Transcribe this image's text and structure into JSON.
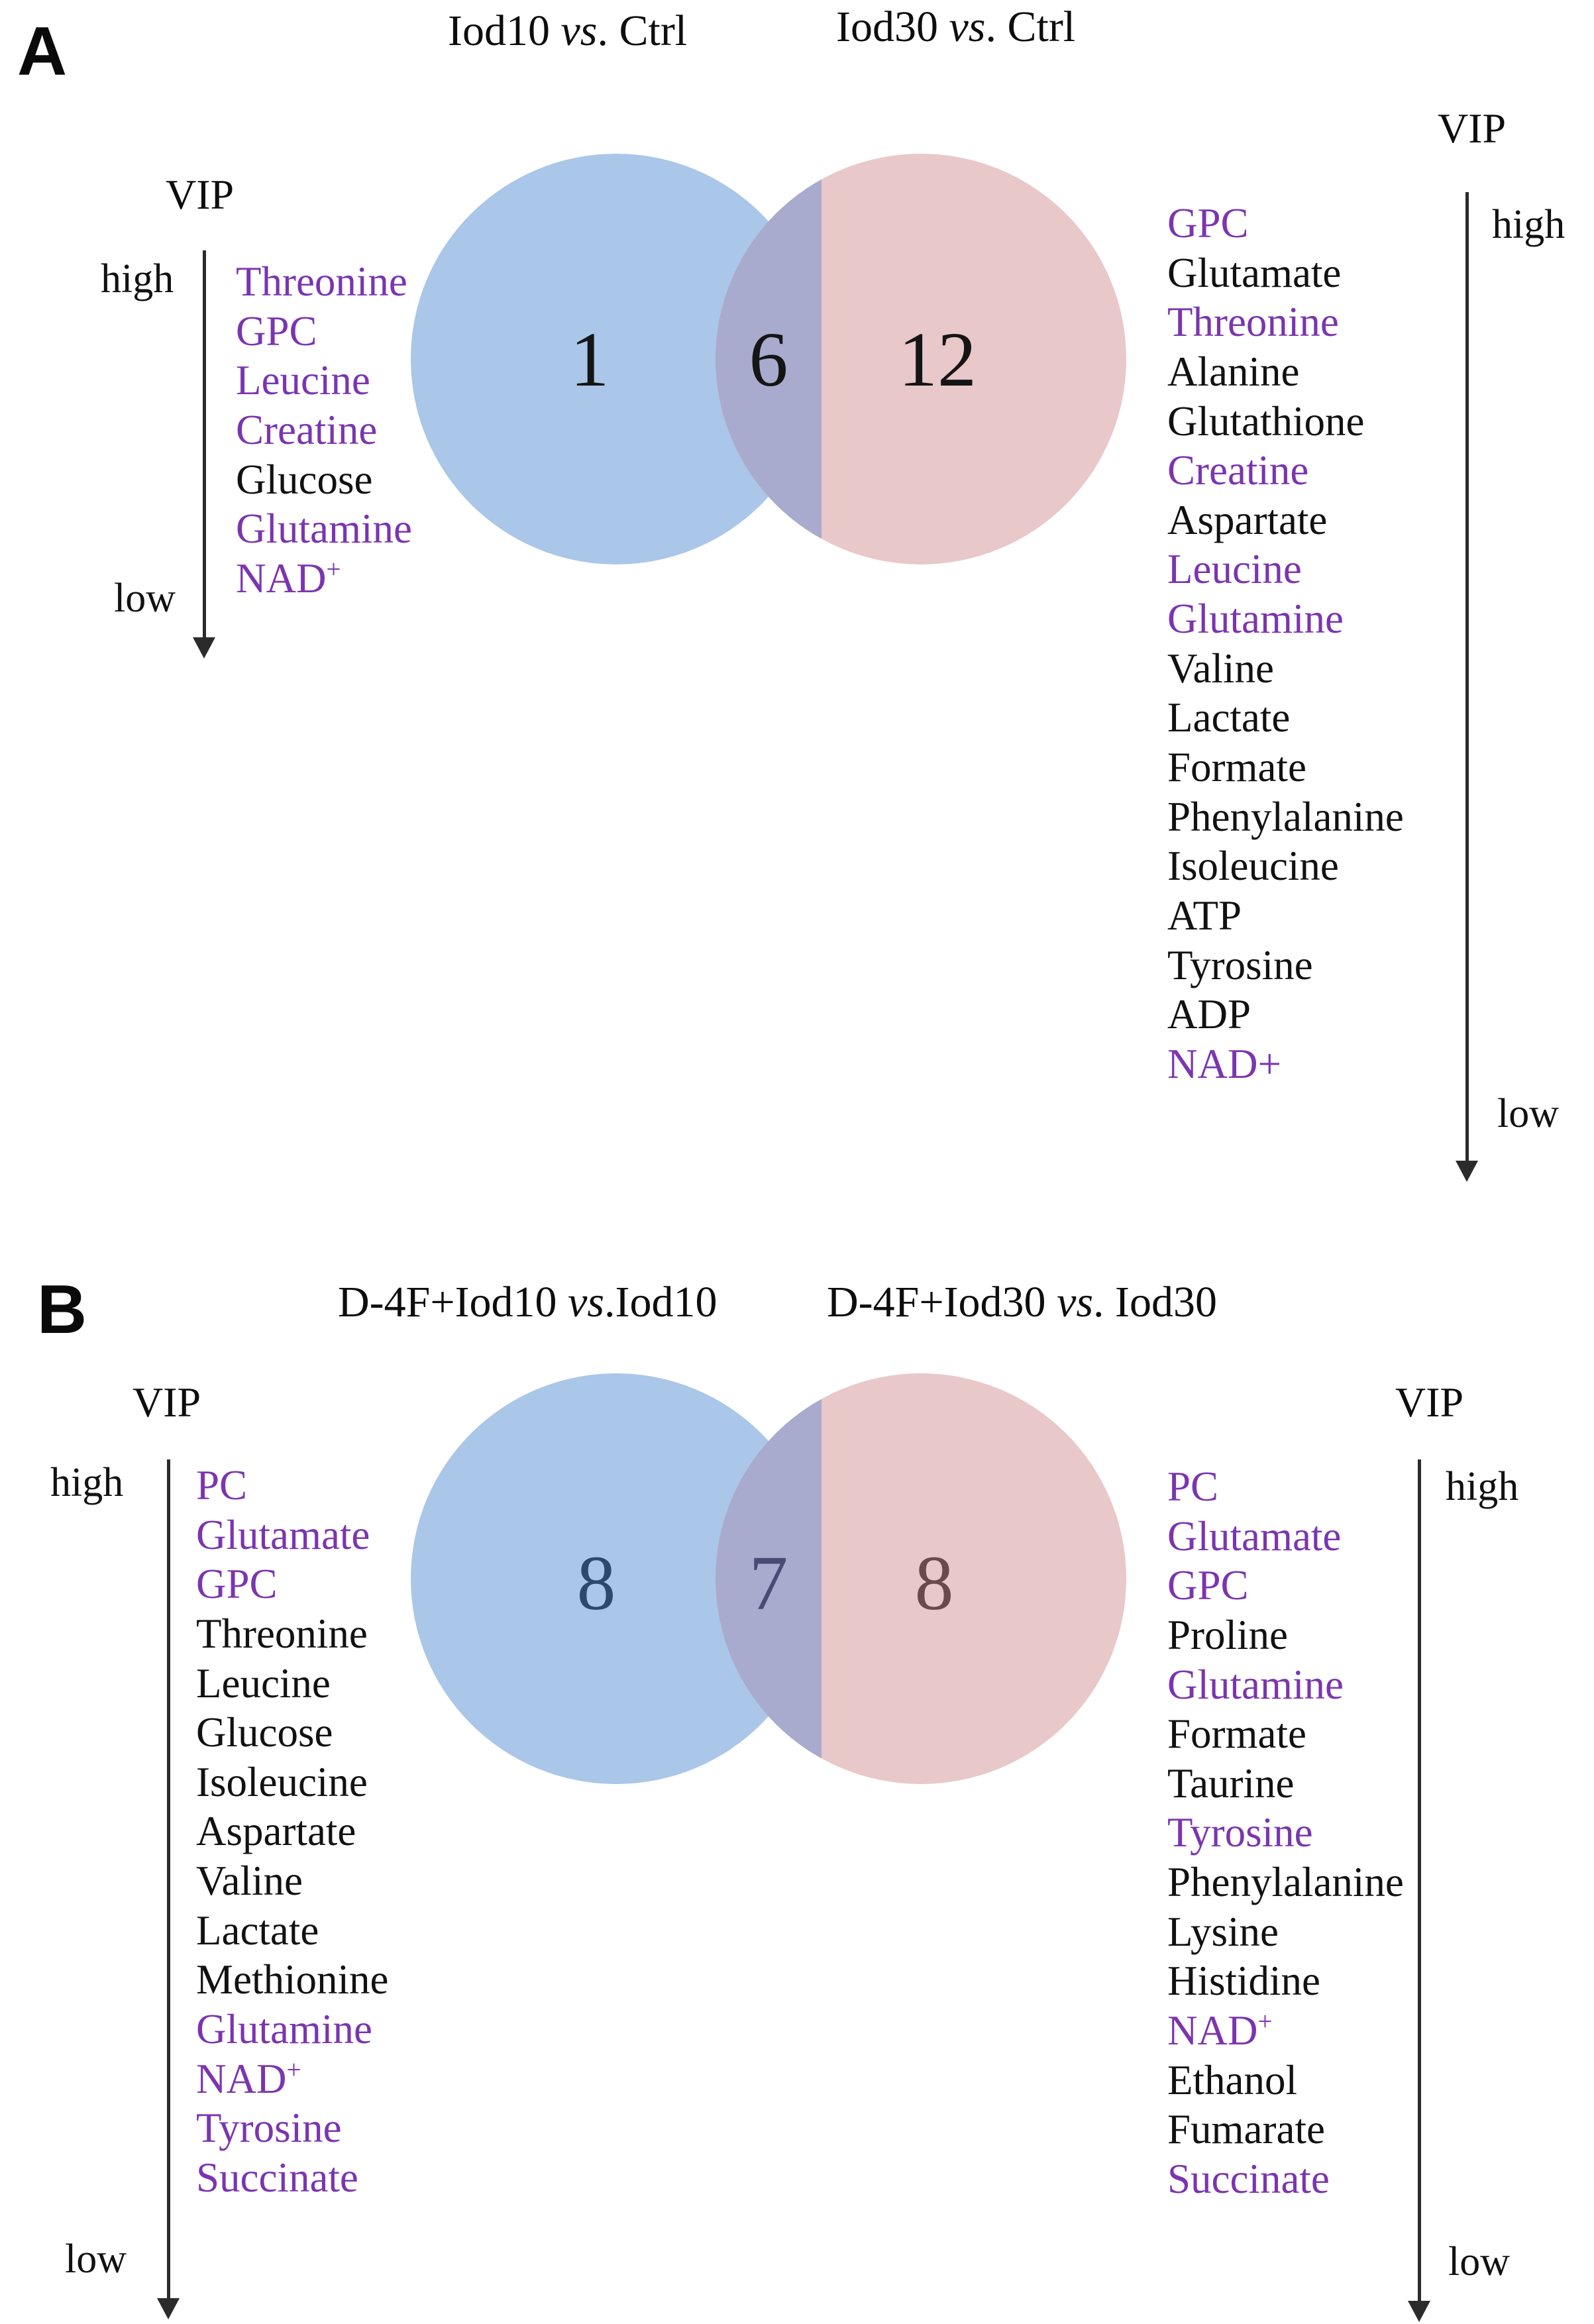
{
  "accent_purple": "#7b35b0",
  "text_black": "#111111",
  "circle_blue": "#aac6e8",
  "circle_pink": "#e8c8c9",
  "circle_overlap": "#a8aace",
  "vip": {
    "label": "VIP",
    "high": "high",
    "low": "low"
  },
  "panel_a": {
    "letter": "A",
    "title_left_main": "Iod10 ",
    "title_left_vs": "vs",
    "title_left_tail": ". Ctrl",
    "title_right_main": "Iod30 ",
    "title_right_vs": "vs",
    "title_right_tail": ". Ctrl",
    "venn": {
      "type": "venn2",
      "left_only": "1",
      "intersection": "6",
      "right_only": "12",
      "left_label": "Iod10 vs. Ctrl",
      "right_label": "Iod30 vs. Ctrl"
    },
    "left_list": [
      {
        "name": "Threonine",
        "highlight": true
      },
      {
        "name": "GPC",
        "highlight": true
      },
      {
        "name": "Leucine",
        "highlight": true
      },
      {
        "name": "Creatine",
        "highlight": true
      },
      {
        "name": "Glucose",
        "highlight": false
      },
      {
        "name": "Glutamine",
        "highlight": true
      },
      {
        "name": "NAD",
        "sup": "+",
        "highlight": true
      }
    ],
    "right_list": [
      {
        "name": "GPC",
        "highlight": true
      },
      {
        "name": "Glutamate",
        "highlight": false
      },
      {
        "name": "Threonine",
        "highlight": true
      },
      {
        "name": "Alanine",
        "highlight": false
      },
      {
        "name": "Glutathione",
        "highlight": false
      },
      {
        "name": "Creatine",
        "highlight": true
      },
      {
        "name": "Aspartate",
        "highlight": false
      },
      {
        "name": "Leucine",
        "highlight": true
      },
      {
        "name": "Glutamine",
        "highlight": true
      },
      {
        "name": "Valine",
        "highlight": false
      },
      {
        "name": "Lactate",
        "highlight": false
      },
      {
        "name": "Formate",
        "highlight": false
      },
      {
        "name": "Phenylalanine",
        "highlight": false
      },
      {
        "name": "Isoleucine",
        "highlight": false
      },
      {
        "name": "ATP",
        "highlight": false
      },
      {
        "name": "Tyrosine",
        "highlight": false
      },
      {
        "name": "ADP",
        "highlight": false
      },
      {
        "name": "NAD+",
        "highlight": true
      }
    ]
  },
  "panel_b": {
    "letter": "B",
    "title_left_main": "D-4F+Iod10 ",
    "title_left_vs": "vs",
    "title_left_tail": ".Iod10",
    "title_right_main": "D-4F+Iod30 ",
    "title_right_vs": "vs",
    "title_right_tail": ". Iod30",
    "venn": {
      "type": "venn2",
      "left_only": "8",
      "intersection": "7",
      "right_only": "8",
      "left_label": "D-4F+Iod10 vs.Iod10",
      "right_label": "D-4F+Iod30 vs. Iod30"
    },
    "left_list": [
      {
        "name": "PC",
        "highlight": true
      },
      {
        "name": "Glutamate",
        "highlight": true
      },
      {
        "name": "GPC",
        "highlight": true
      },
      {
        "name": "Threonine",
        "highlight": false
      },
      {
        "name": "Leucine",
        "highlight": false
      },
      {
        "name": "Glucose",
        "highlight": false
      },
      {
        "name": "Isoleucine",
        "highlight": false
      },
      {
        "name": "Aspartate",
        "highlight": false
      },
      {
        "name": "Valine",
        "highlight": false
      },
      {
        "name": "Lactate",
        "highlight": false
      },
      {
        "name": "Methionine",
        "highlight": false
      },
      {
        "name": "Glutamine",
        "highlight": true
      },
      {
        "name": "NAD",
        "sup": "+",
        "highlight": true
      },
      {
        "name": "Tyrosine",
        "highlight": true
      },
      {
        "name": "Succinate",
        "highlight": true
      }
    ],
    "right_list": [
      {
        "name": "PC",
        "highlight": true
      },
      {
        "name": "Glutamate",
        "highlight": true
      },
      {
        "name": "GPC",
        "highlight": true
      },
      {
        "name": "Proline",
        "highlight": false
      },
      {
        "name": "Glutamine",
        "highlight": true
      },
      {
        "name": "Formate",
        "highlight": false
      },
      {
        "name": "Taurine",
        "highlight": false
      },
      {
        "name": "Tyrosine",
        "highlight": true
      },
      {
        "name": "Phenylalanine",
        "highlight": false
      },
      {
        "name": "Lysine",
        "highlight": false
      },
      {
        "name": "Histidine",
        "highlight": false
      },
      {
        "name": "NAD",
        "sup": "+",
        "highlight": true
      },
      {
        "name": "Ethanol",
        "highlight": false
      },
      {
        "name": "Fumarate",
        "highlight": false
      },
      {
        "name": "Succinate",
        "highlight": true
      }
    ]
  }
}
